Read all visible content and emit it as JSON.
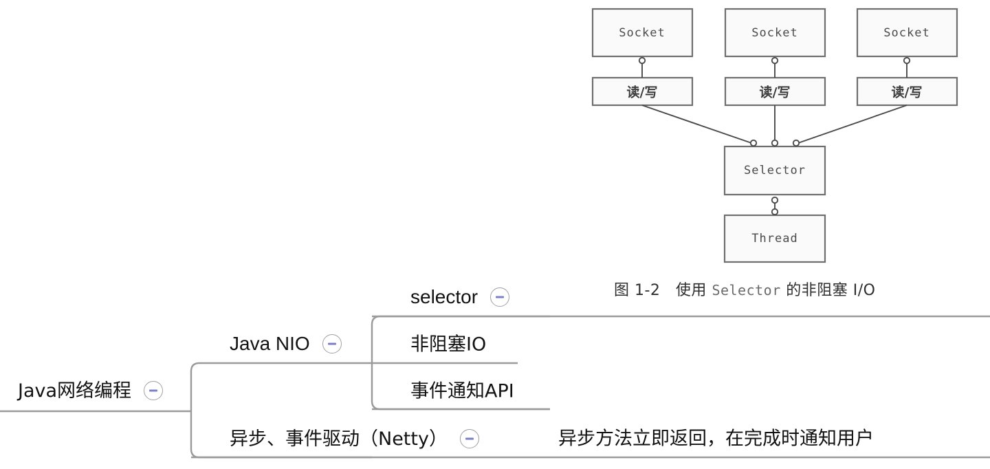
{
  "figure": {
    "caption_prefix": "图 1-2",
    "caption_mid_1": "使用",
    "caption_mono": "Selector",
    "caption_mid_2": "的非阻塞 I/O",
    "caption_full": "图 1-2  使用 Selector 的非阻塞 I/O",
    "nodes": {
      "socket_1": "Socket",
      "socket_2": "Socket",
      "socket_3": "Socket",
      "rw_1": "读/写",
      "rw_2": "读/写",
      "rw_3": "读/写",
      "selector": "Selector",
      "thread": "Thread"
    },
    "colors": {
      "box_border": "#6e6e6e",
      "box_fill": "#fafafa",
      "connector": "#4a4a4a",
      "text": "#4a4a4a"
    }
  },
  "mindmap": {
    "colors": {
      "branch_line": "#9a9a9a",
      "text": "#111111",
      "collapse_ring": "#a0a0a0",
      "collapse_minus": "#7a7fc6"
    },
    "root": {
      "label": "Java网络编程",
      "collapse_icon": "minus-circle-icon"
    },
    "children": [
      {
        "label": "Java NIO",
        "collapse_icon": "minus-circle-icon",
        "children": [
          {
            "label": "selector",
            "collapse_icon": "minus-circle-icon",
            "children": []
          },
          {
            "label": "非阻塞IO",
            "children": []
          },
          {
            "label": "事件通知API",
            "children": []
          }
        ]
      },
      {
        "label": "异步、事件驱动（Netty）",
        "collapse_icon": "minus-circle-icon",
        "children": [
          {
            "label": "异步方法立即返回，在完成时通知用户",
            "children": []
          }
        ]
      }
    ]
  }
}
